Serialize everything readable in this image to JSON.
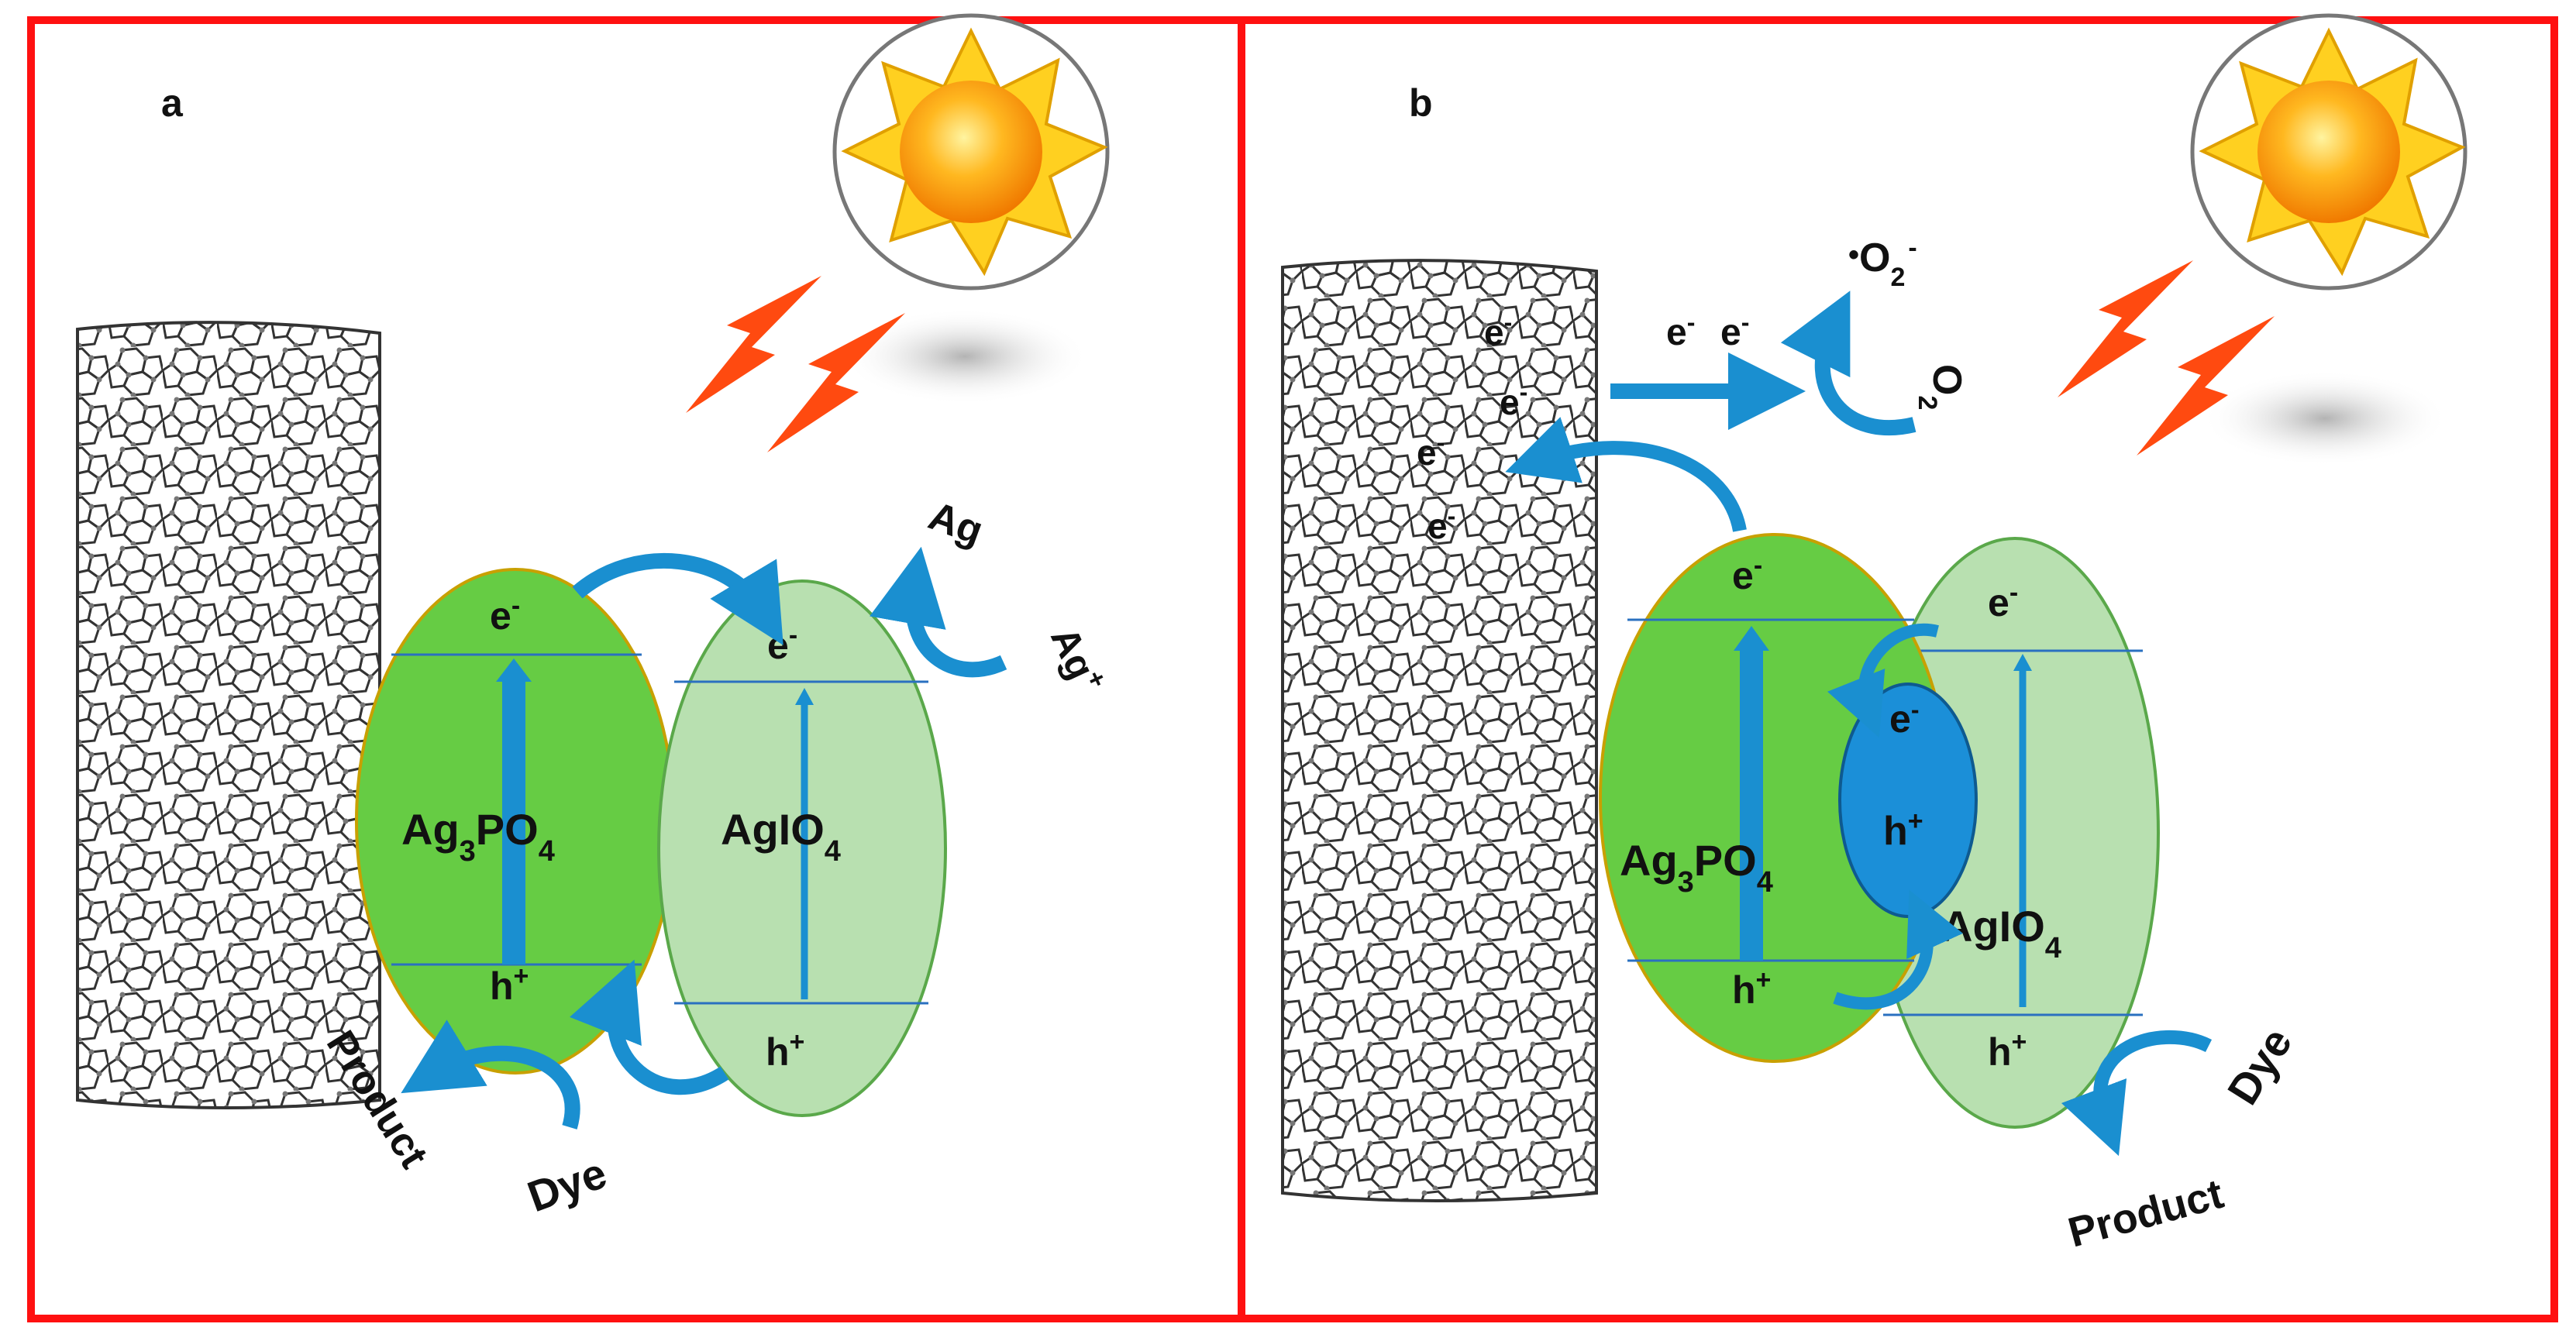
{
  "panel_a": {
    "label": "a",
    "material_1": {
      "name": "Ag",
      "sub": "3",
      "mid": "PO",
      "sub2": "4"
    },
    "material_2": {
      "name": "AgIO",
      "sub": "4"
    },
    "electron": {
      "base": "e",
      "sup": "-"
    },
    "hole": {
      "base": "h",
      "sup": "+"
    },
    "ag_label": "Ag",
    "agplus_label": {
      "base": "Ag",
      "sup": "+"
    },
    "product_label": "Product",
    "dye_label": "Dye"
  },
  "panel_b": {
    "label": "b",
    "material_1": {
      "name": "Ag",
      "sub": "3",
      "mid": "PO",
      "sub2": "4"
    },
    "material_2": {
      "name": "AgIO",
      "sub": "4"
    },
    "electron": {
      "base": "e",
      "sup": "-"
    },
    "hole": {
      "base": "h",
      "sup": "+"
    },
    "o2_label": {
      "base": "O",
      "sub": "2"
    },
    "superoxide_label": {
      "dot": "•",
      "base": "O",
      "sub": "2",
      "sup": "-"
    },
    "product_label": "Product",
    "dye_label": "Dye"
  },
  "colors": {
    "frame": "#ff1010",
    "ag3po4_fill": "#66cc44",
    "agio4_fill": "#b8e0b0",
    "arrow_blue": "#1a8fd0",
    "junction_blue": "#1b8fd8",
    "lightning": "#ff4a10",
    "sun_core": "#ffa010",
    "sun_rays": "#ffd020"
  }
}
